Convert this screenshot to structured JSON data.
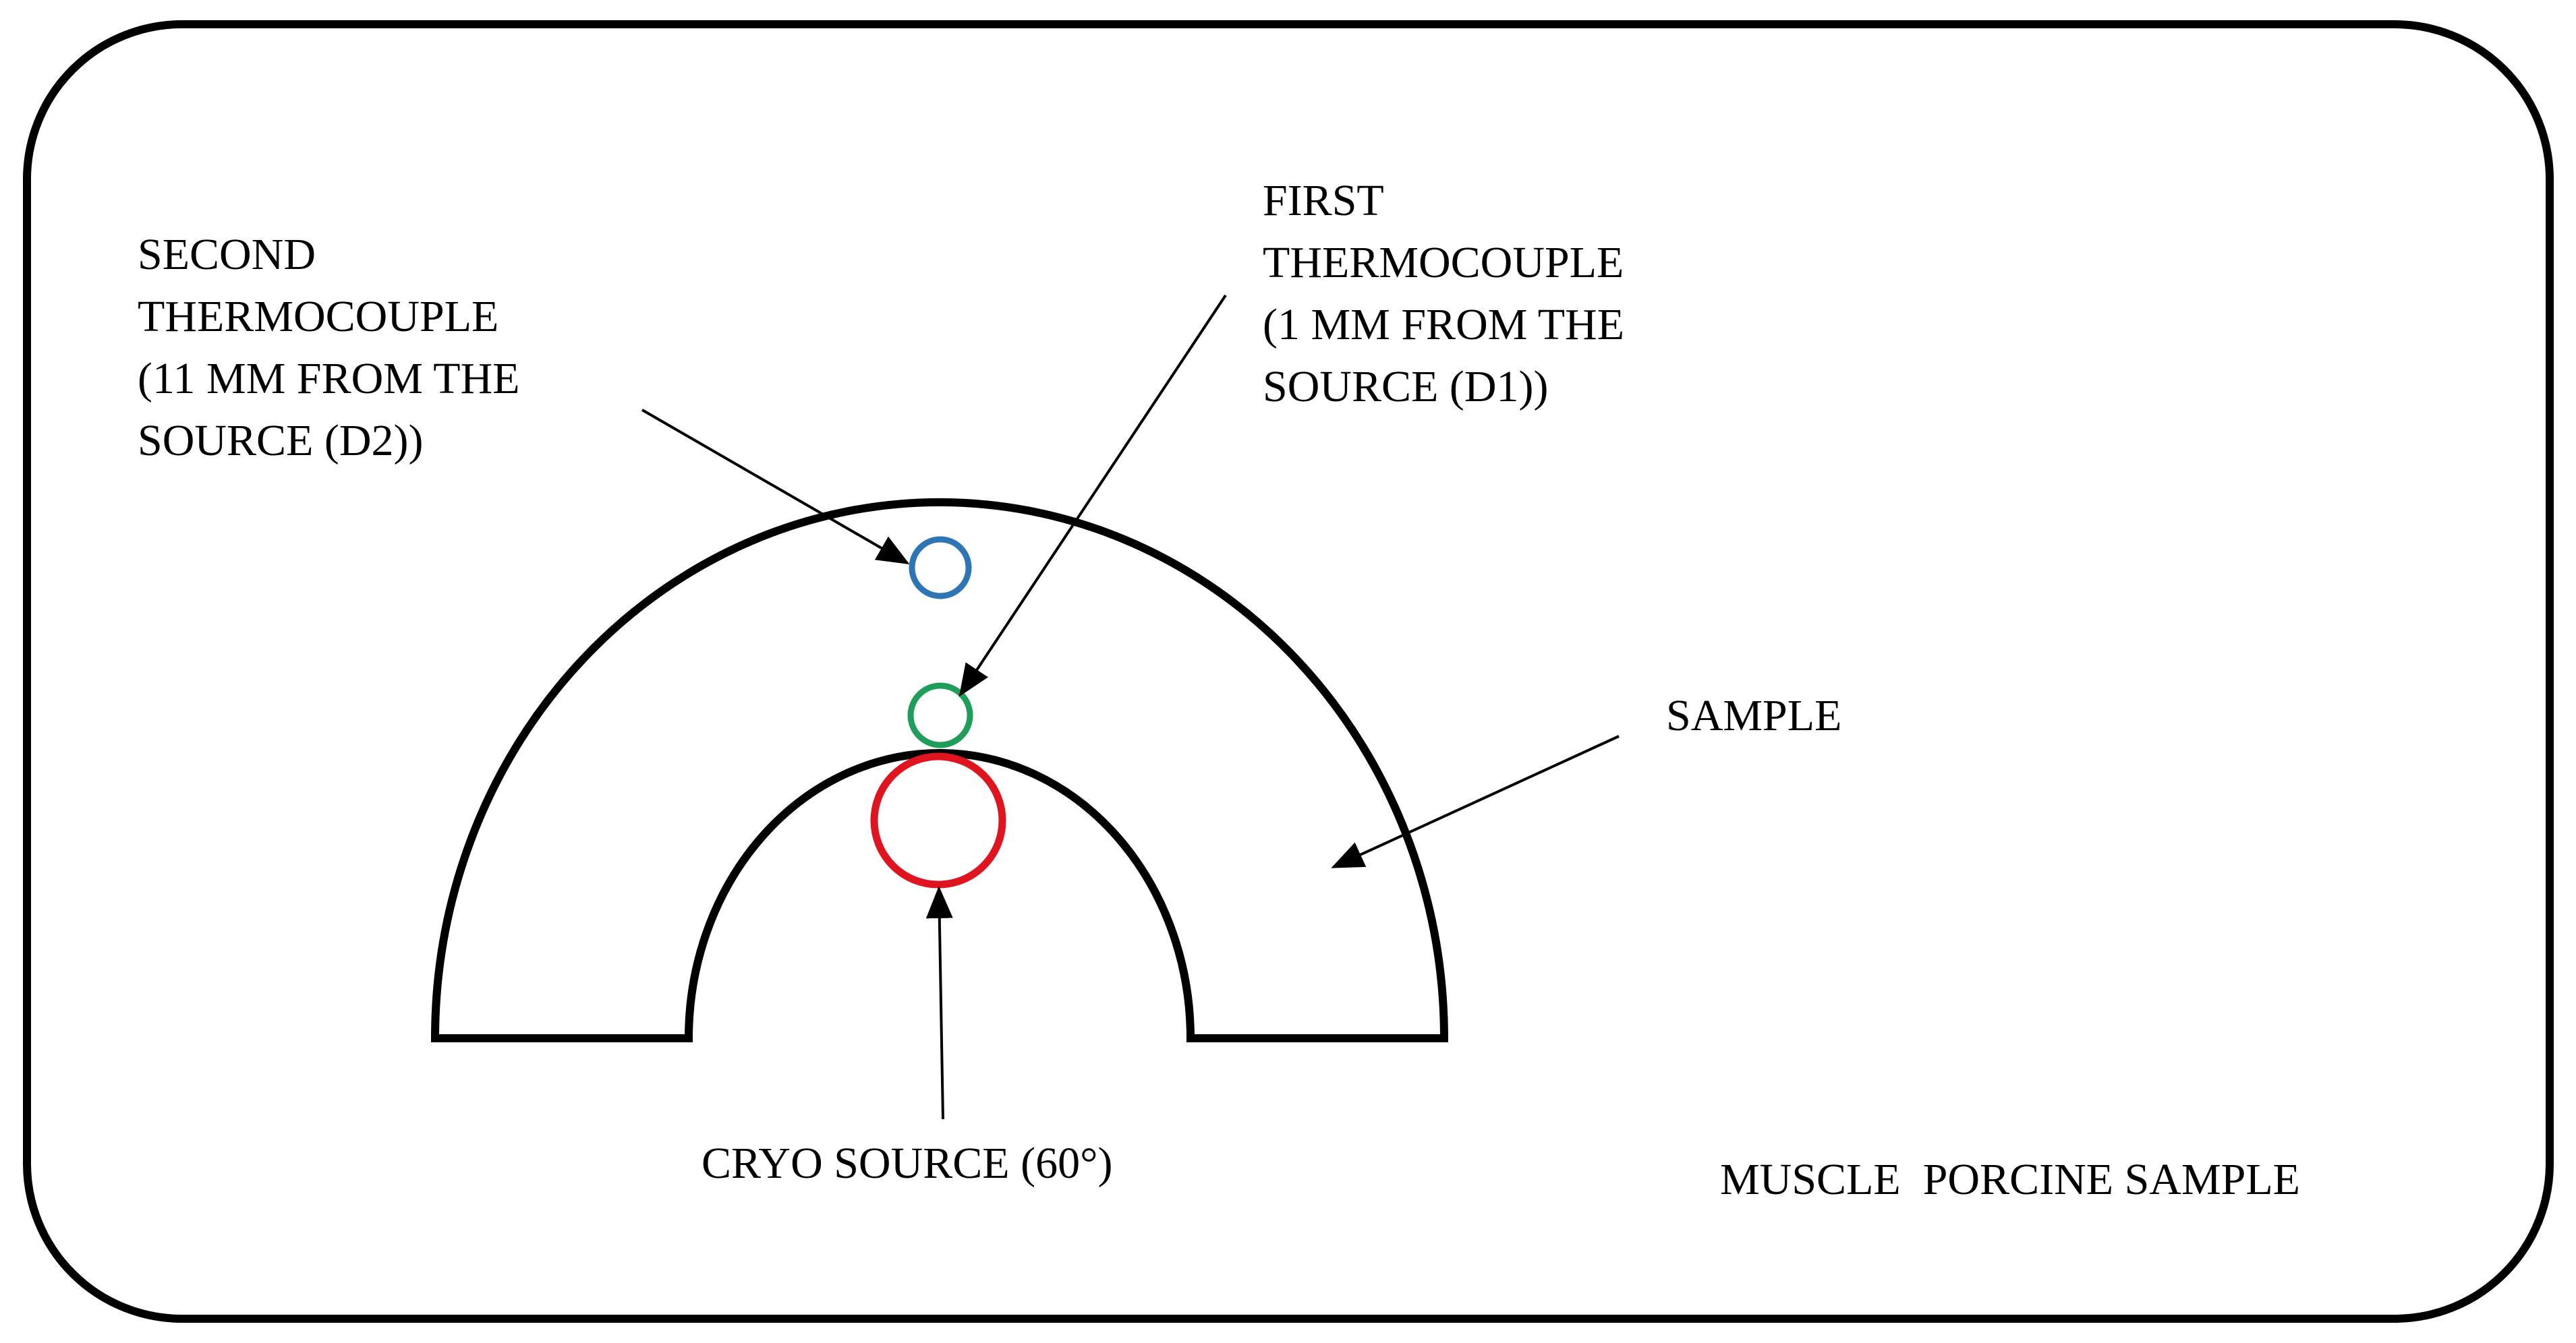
{
  "labels": {
    "second_thermocouple": "SECOND\nTHERMOCOUPLE\n(11 MM FROM THE\nSOURCE (D2))",
    "first_thermocouple": "FIRST\nTHERMOCOUPLE\n(1 MM FROM THE\nSOURCE (D1))",
    "sample": "SAMPLE",
    "cryo_source": "CRYO SOURCE (60°)",
    "muscle_porcine_sample": "MUSCLE  PORCINE SAMPLE"
  },
  "colors": {
    "outline": "#000000",
    "second_thermocouple": "#2e75b6",
    "first_thermocouple": "#1f9e5a",
    "cryo_source": "#e0141e"
  }
}
